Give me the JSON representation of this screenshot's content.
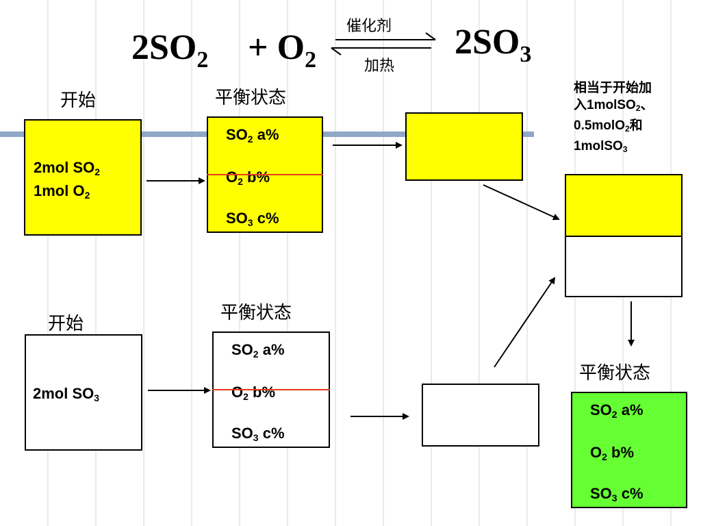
{
  "equation": {
    "left": "2SO",
    "left_sub": "2",
    "plus": "+ O",
    "plus_sub": "2",
    "right": "2SO",
    "right_sub": "3",
    "catalyst": "催化剂",
    "heat": "加热"
  },
  "top_row": {
    "start_label": "开始",
    "start_line1": "2mol SO",
    "start_line1_sub": "2",
    "start_line2": "1mol O",
    "start_line2_sub": "2",
    "eq_label": "平衡状态",
    "so2": "SO",
    "so2_sub": "2",
    "so2_val": " a%",
    "o2": "O",
    "o2_sub": "2",
    "o2_val": "  b%",
    "so3": "SO",
    "so3_sub": "3",
    "so3_val": " c%"
  },
  "bottom_row": {
    "start_label": "开始",
    "start_line1": "2mol SO",
    "start_line1_sub": "3",
    "eq_label": "平衡状态",
    "so2": "SO",
    "so2_sub": "2",
    "so2_val": " a%",
    "o2": "O",
    "o2_sub": "2",
    "o2_val": "  b%",
    "so3": "SO",
    "so3_sub": "3",
    "so3_val": " c%"
  },
  "note": {
    "line1": "相当于开始加",
    "line2a": "入1molSO",
    "line2_sub": "2",
    "line2b": "、",
    "line3a": "0.5molO",
    "line3_sub": "2",
    "line3b": "和",
    "line4a": "1molSO",
    "line4_sub": "3"
  },
  "final": {
    "eq_label": "平衡状态",
    "so2": "SO",
    "so2_sub": "2",
    "so2_val": " a%",
    "o2": "O",
    "o2_sub": "2",
    "o2_val": "  b%",
    "so3": "SO",
    "so3_sub": "3",
    "so3_val": " c%"
  },
  "colors": {
    "yellow": "#ffff00",
    "green": "#66ff33",
    "red_line": "#e23b1c",
    "grid": "#8fa8c8"
  }
}
